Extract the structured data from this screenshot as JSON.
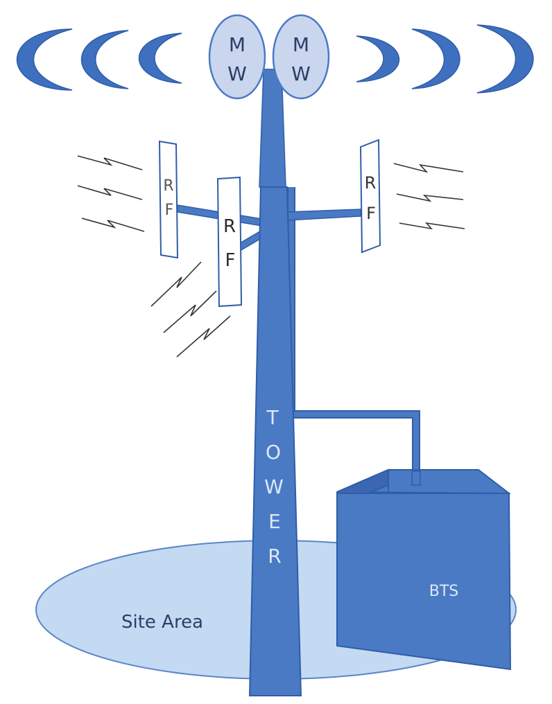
{
  "microwave_dishes": [
    {
      "line1": "M",
      "line2": "W"
    },
    {
      "line1": "M",
      "line2": "W"
    }
  ],
  "rf_antennas": [
    {
      "line1": "R",
      "line2": "F"
    },
    {
      "line1": "R",
      "line2": "F"
    },
    {
      "line1": "R",
      "line2": "F"
    }
  ],
  "tower": {
    "letters": [
      "T",
      "O",
      "W",
      "E",
      "R"
    ]
  },
  "bts_label": "BTS",
  "site_area_label": "Site Area",
  "colors": {
    "primary_blue": "#4a7ac4",
    "outline_blue": "#2f5da8",
    "dish_fill": "#c9d6ee",
    "site_fill": "#c4d9f2",
    "text_dark": "#2c3e66",
    "text_light": "#dde8f8"
  }
}
